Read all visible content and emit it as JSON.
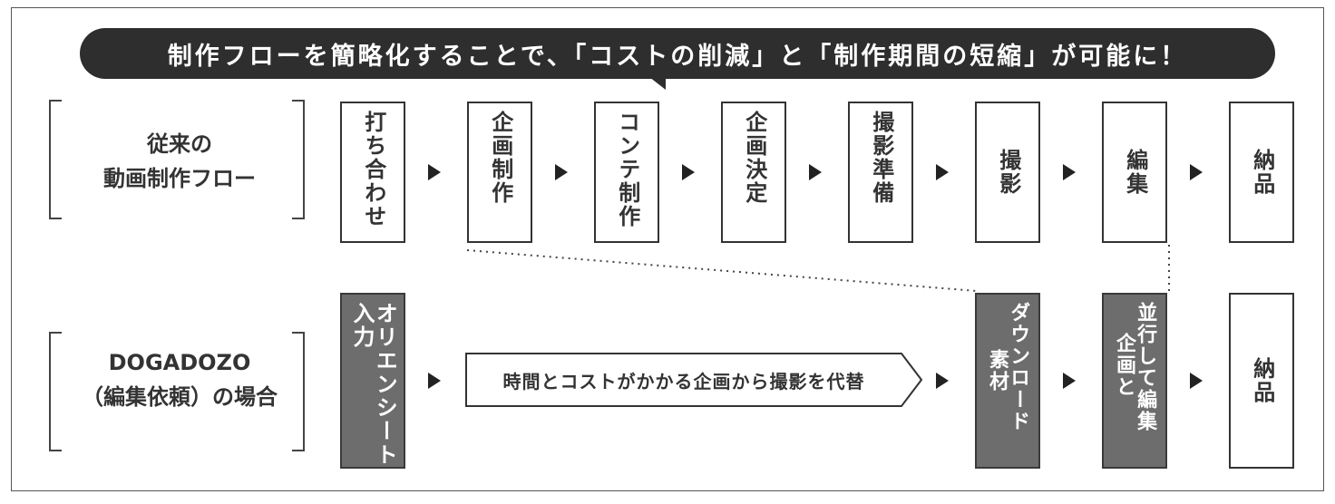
{
  "banner": {
    "text": "制作フローを簡略化することで、「コストの削減」と「制作期間の短縮」が可能に！"
  },
  "traditional": {
    "label_line1": "従来の",
    "label_line2": "動画制作フロー",
    "steps": [
      "打ち合わせ",
      "企画制作",
      "コンテ制作",
      "企画決定",
      "撮影準備",
      "撮影",
      "編集",
      "納品"
    ]
  },
  "dogadozo": {
    "label_line1": "DOGADOZO",
    "label_line2": "（編集依頼）の場合",
    "step_orient": "オリエンシート入力",
    "replace_text": "時間とコストがかかる企画から撮影を代替",
    "step_download_col1": "ダウンロード",
    "step_download_col2": "素材",
    "step_edit_col1": "並行して編集",
    "step_edit_col2": "企画と",
    "step_deliver": "納品"
  },
  "colors": {
    "banner_bg": "#2e2e2e",
    "dark_box": "#6d6d6d",
    "border": "#333333"
  }
}
